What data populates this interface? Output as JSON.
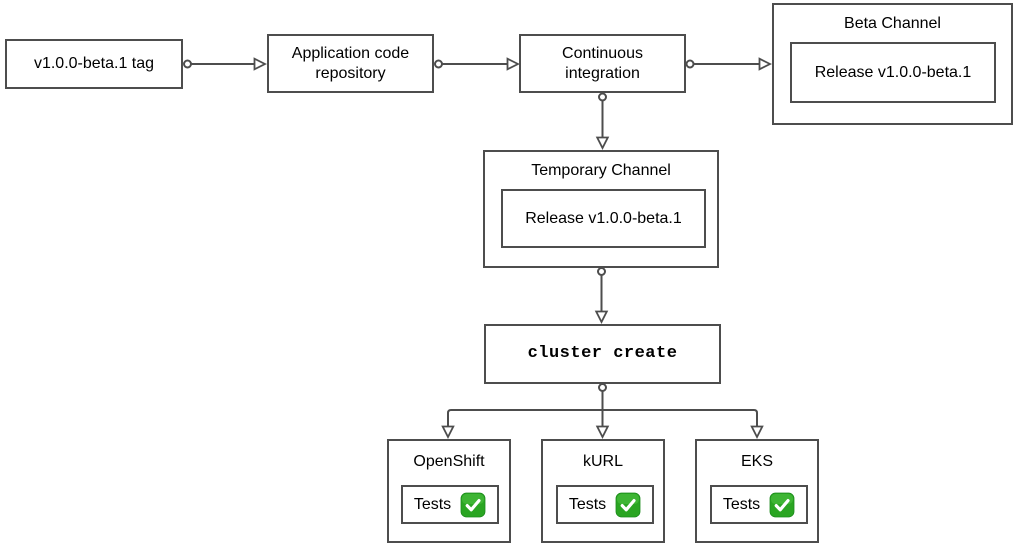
{
  "colors": {
    "border_gray": "#4d4d4d",
    "text": "#000000",
    "background": "#ffffff",
    "check_green": "#2aa522",
    "check_green_light": "#4fc244"
  },
  "diagram": {
    "tag": {
      "label": "v1.0.0-beta.1 tag"
    },
    "repo": {
      "label": "Application code repository"
    },
    "ci": {
      "label": "Continuous integration"
    },
    "beta_channel": {
      "title": "Beta Channel",
      "release_label": "Release v1.0.0-beta.1"
    },
    "temporary_channel": {
      "title": "Temporary Channel",
      "release_label": "Release v1.0.0-beta.1"
    },
    "cluster_create": {
      "label": "cluster create"
    },
    "clusters": [
      {
        "title": "OpenShift",
        "tests_label": "Tests",
        "status_icon": "check-mark-button"
      },
      {
        "title": "kURL",
        "tests_label": "Tests",
        "status_icon": "check-mark-button"
      },
      {
        "title": "EKS",
        "tests_label": "Tests",
        "status_icon": "check-mark-button"
      }
    ]
  }
}
